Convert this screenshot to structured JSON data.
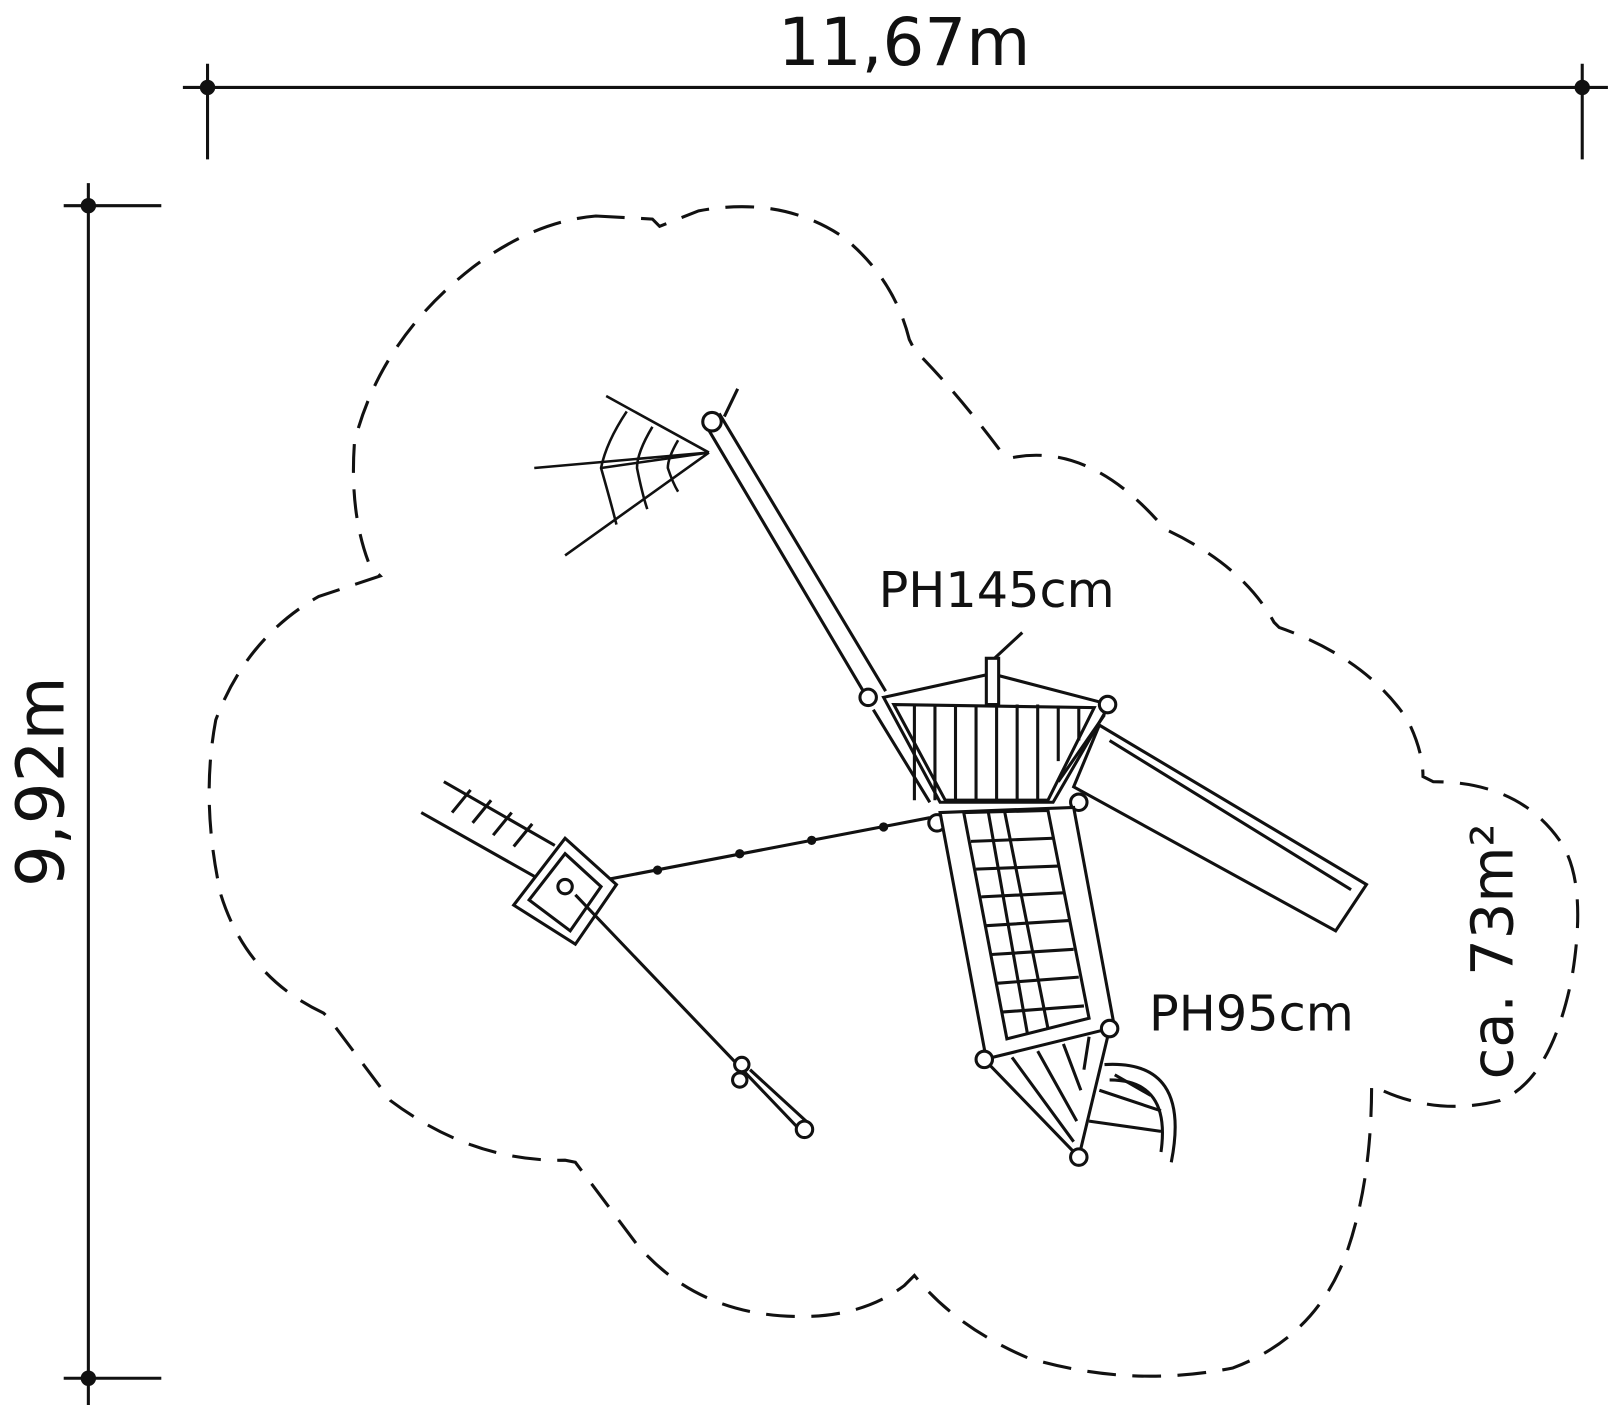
{
  "dimensions": {
    "width": "11,67m",
    "height": "9,92m"
  },
  "labels": {
    "platform_high": "PH145cm",
    "platform_low": "PH95cm",
    "area": "ca. 73m²"
  },
  "colors": {
    "line": "#111111",
    "background": "#ffffff"
  }
}
